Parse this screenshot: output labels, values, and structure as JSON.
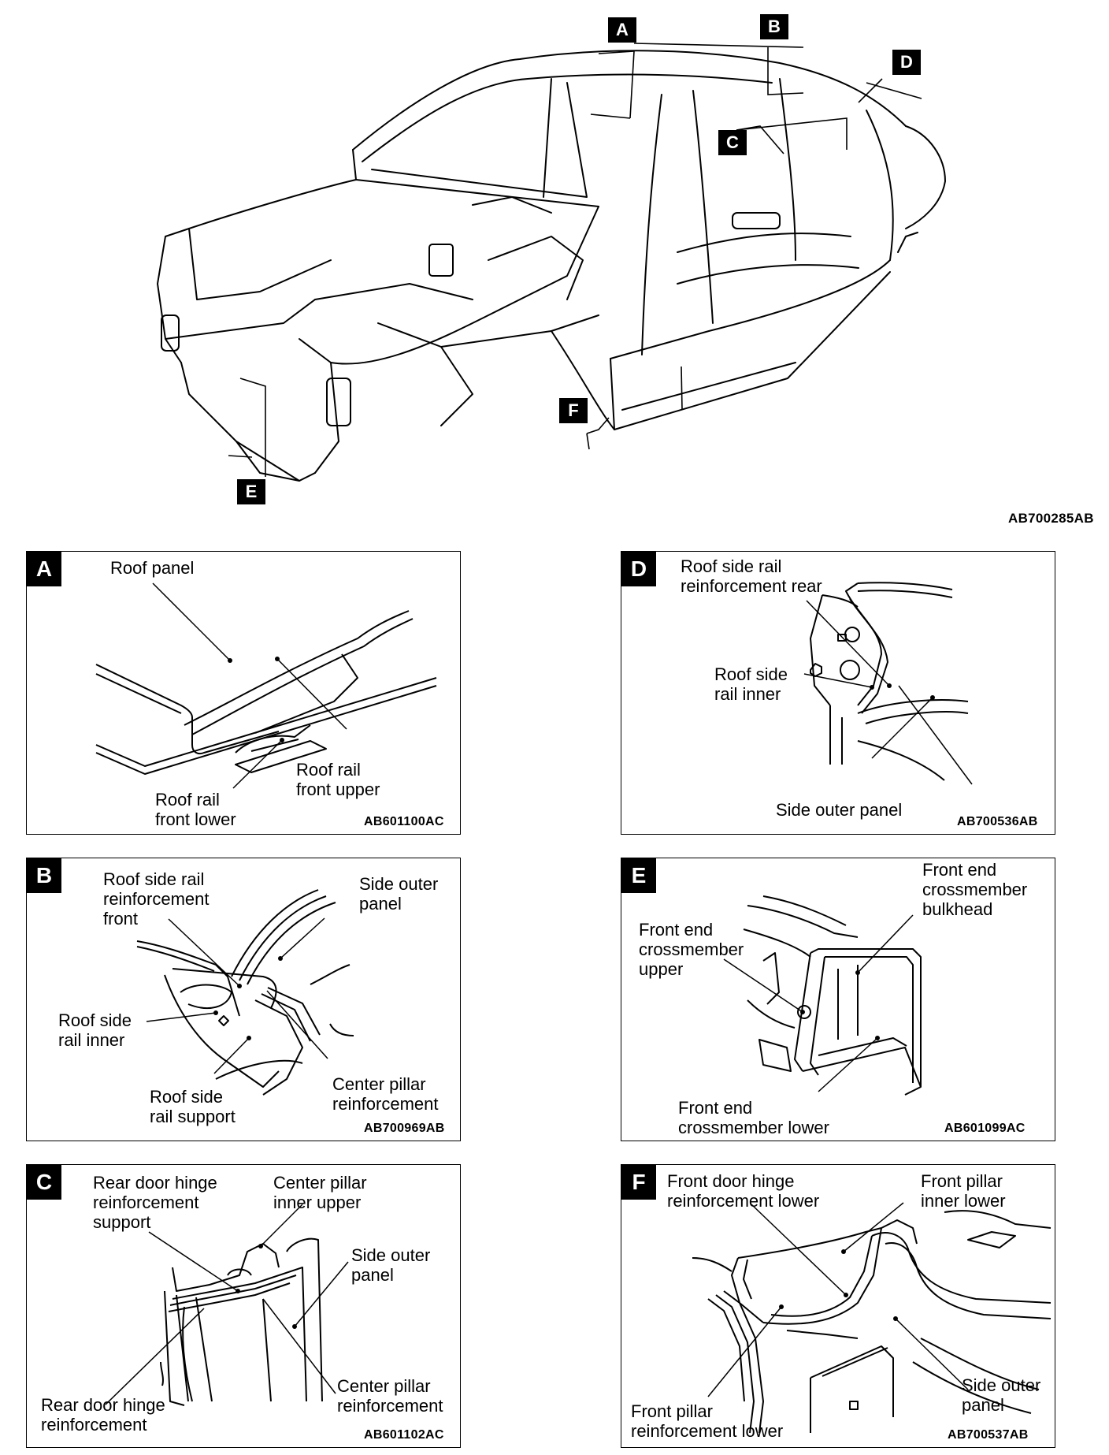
{
  "main_figure": {
    "markers": [
      "A",
      "B",
      "C",
      "D",
      "E",
      "F"
    ],
    "figure_code": "AB700285AB"
  },
  "panels": {
    "A": {
      "tag": "A",
      "labels": {
        "roof_panel": "Roof panel",
        "roof_rail_front_upper": "Roof rail\nfront upper",
        "roof_rail_front_lower": "Roof rail\nfront lower"
      },
      "figure_code": "AB601100AC"
    },
    "B": {
      "tag": "B",
      "labels": {
        "roof_side_rail_reinforcement_front": "Roof side rail\nreinforcement\nfront",
        "side_outer_panel": "Side outer\npanel",
        "roof_side_rail_inner": "Roof side\nrail inner",
        "roof_side_rail_support": "Roof side\nrail support",
        "center_pillar_reinforcement": "Center pillar\nreinforcement"
      },
      "figure_code": "AB700969AB"
    },
    "C": {
      "tag": "C",
      "labels": {
        "rear_door_hinge_reinforcement_support": "Rear door hinge\nreinforcement\nsupport",
        "center_pillar_inner_upper": "Center pillar\ninner upper",
        "side_outer_panel": "Side outer\npanel",
        "center_pillar_reinforcement": "Center pillar\nreinforcement",
        "rear_door_hinge_reinforcement": "Rear door hinge\nreinforcement"
      },
      "figure_code": "AB601102AC"
    },
    "D": {
      "tag": "D",
      "labels": {
        "roof_side_rail_reinforcement_rear": "Roof side rail\nreinforcement rear",
        "roof_side_rail_inner": "Roof side\nrail inner",
        "side_outer_panel": "Side outer panel"
      },
      "figure_code": "AB700536AB"
    },
    "E": {
      "tag": "E",
      "labels": {
        "front_end_crossmember_bulkhead": "Front end\ncrossmember\nbulkhead",
        "front_end_crossmember_upper": "Front end\ncrossmember\nupper",
        "front_end_crossmember_lower": "Front end\ncrossmember lower"
      },
      "figure_code": "AB601099AC"
    },
    "F": {
      "tag": "F",
      "labels": {
        "front_door_hinge_reinforcement_lower": "Front door hinge\nreinforcement lower",
        "front_pillar_inner_lower": "Front pillar\ninner lower",
        "side_outer_panel": "Side outer\npanel",
        "front_pillar_reinforcement_lower": "Front pillar\nreinforcement lower"
      },
      "figure_code": "AB700537AB"
    }
  }
}
